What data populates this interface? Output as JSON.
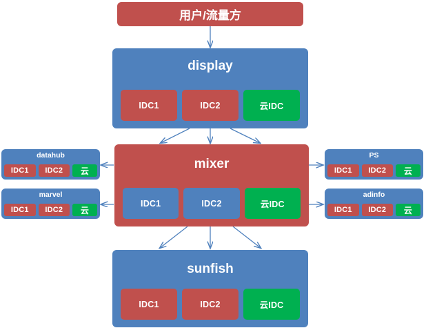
{
  "diagram": {
    "title_banner": {
      "label": "用户/流量方",
      "color": "#c0504d"
    },
    "colors": {
      "red": "#c0504d",
      "blue": "#4f81bd",
      "green": "#00b050",
      "arrow": "#4f81bd",
      "background": "#ffffff"
    },
    "groups": [
      {
        "id": "display",
        "label": "display",
        "box_color": "#4f81bd",
        "slots": [
          {
            "label": "IDC1",
            "color": "#c0504d"
          },
          {
            "label": "IDC2",
            "color": "#c0504d"
          },
          {
            "label": "云IDC",
            "color": "#00b050"
          }
        ]
      },
      {
        "id": "mixer",
        "label": "mixer",
        "box_color": "#c0504d",
        "slots": [
          {
            "label": "IDC1",
            "color": "#4f81bd"
          },
          {
            "label": "IDC2",
            "color": "#4f81bd"
          },
          {
            "label": "云IDC",
            "color": "#00b050"
          }
        ]
      },
      {
        "id": "sunfish",
        "label": "sunfish",
        "box_color": "#4f81bd",
        "slots": [
          {
            "label": "IDC1",
            "color": "#c0504d"
          },
          {
            "label": "IDC2",
            "color": "#c0504d"
          },
          {
            "label": "云IDC",
            "color": "#00b050"
          }
        ]
      }
    ],
    "side_panels": [
      {
        "id": "datahub",
        "label": "datahub",
        "side": "left",
        "slots": [
          {
            "label": "IDC1",
            "color": "#c0504d"
          },
          {
            "label": "IDC2",
            "color": "#c0504d"
          },
          {
            "label": "云",
            "color": "#00b050"
          }
        ]
      },
      {
        "id": "marvel",
        "label": "marvel",
        "side": "left",
        "slots": [
          {
            "label": "IDC1",
            "color": "#c0504d"
          },
          {
            "label": "IDC2",
            "color": "#c0504d"
          },
          {
            "label": "云",
            "color": "#00b050"
          }
        ]
      },
      {
        "id": "ps",
        "label": "PS",
        "side": "right",
        "slots": [
          {
            "label": "IDC1",
            "color": "#c0504d"
          },
          {
            "label": "IDC2",
            "color": "#c0504d"
          },
          {
            "label": "云",
            "color": "#00b050"
          }
        ]
      },
      {
        "id": "adinfo",
        "label": "adinfo",
        "side": "right",
        "slots": [
          {
            "label": "IDC1",
            "color": "#c0504d"
          },
          {
            "label": "IDC2",
            "color": "#c0504d"
          },
          {
            "label": "云",
            "color": "#00b050"
          }
        ]
      }
    ]
  }
}
